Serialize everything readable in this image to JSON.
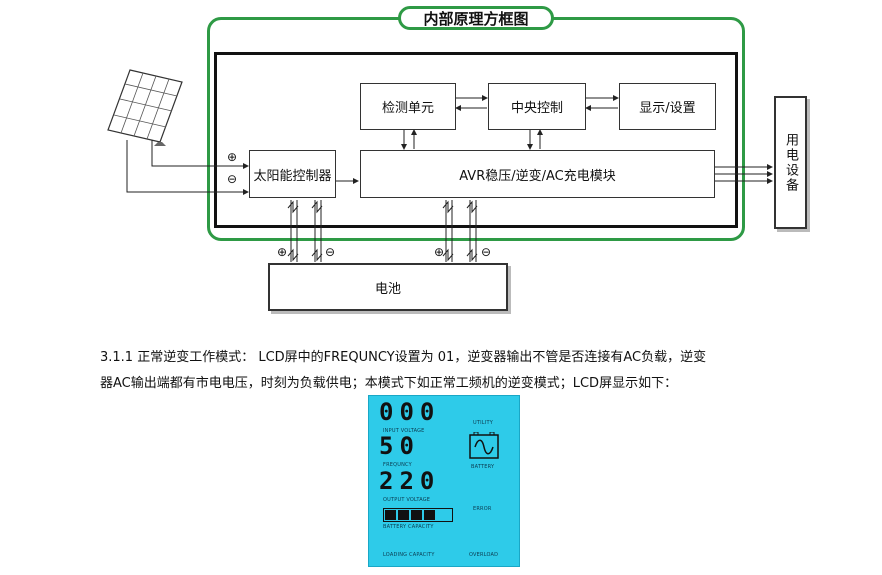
{
  "diagram": {
    "title": "内部原理方框图",
    "blocks": {
      "detect": "检测单元",
      "central": "中央控制",
      "display": "显示/设置",
      "solar_ctrl": "太阳能控制器",
      "avr": "AVR稳压/逆变/AC充电模块",
      "battery": "电池",
      "load": "用电设备"
    },
    "polarity": {
      "plus": "⊕",
      "minus": "⊖"
    }
  },
  "text": {
    "line1": "3.1.1 正常逆变工作模式： LCD屏中的FREQUNCY设置为 01，逆变器输出不管是否连接有AC负载，逆变",
    "line2": "器AC输出端都有市电电压，时刻为负载供电；本模式下如正常工频机的逆变模式；LCD屏显示如下："
  },
  "lcd": {
    "input_value": "000",
    "input_label": "INPUT VOLTAGE",
    "freq_value": "50",
    "freq_label": "FREQUNCY",
    "output_value": "220",
    "output_label": "OUTPUT VOLTAGE",
    "battery_capacity_label": "BATTERY CAPACITY",
    "loading_capacity_label": "LOADING CAPACITY",
    "utility_label": "UTILITY",
    "battery_label": "BATTERY",
    "error_label": "ERROR",
    "overload_label": "OVERLOAD",
    "battery_level": 0.8,
    "background_color": "#2ecbe9"
  }
}
